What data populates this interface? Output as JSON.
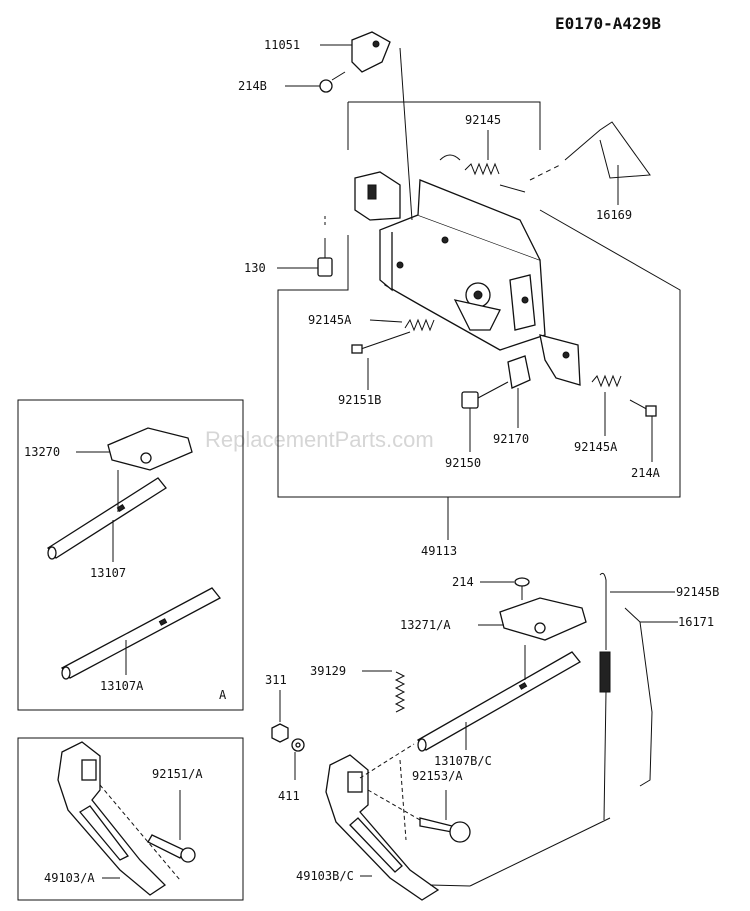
{
  "diagram_code": "E0170-A429B",
  "watermark": "ReplacementParts.com",
  "labels": {
    "p11051": "11051",
    "p214B": "214B",
    "p92145": "92145",
    "p16169": "16169",
    "p130": "130",
    "p92145A_1": "92145A",
    "p92151B": "92151B",
    "p92170": "92170",
    "p92150": "92150",
    "p92145A_2": "92145A",
    "p214A": "214A",
    "p49113": "49113",
    "p13270": "13270",
    "p13107": "13107",
    "p13107A": "13107A",
    "boxA": "A",
    "p214": "214",
    "p92145B": "92145B",
    "p13271A": "13271/A",
    "p16171": "16171",
    "p311": "311",
    "p39129": "39129",
    "p13107BC": "13107B/C",
    "p92153A": "92153/A",
    "p411": "411",
    "p49103BC": "49103B/C",
    "p92151A": "92151/A",
    "p49103A": "49103/A"
  }
}
